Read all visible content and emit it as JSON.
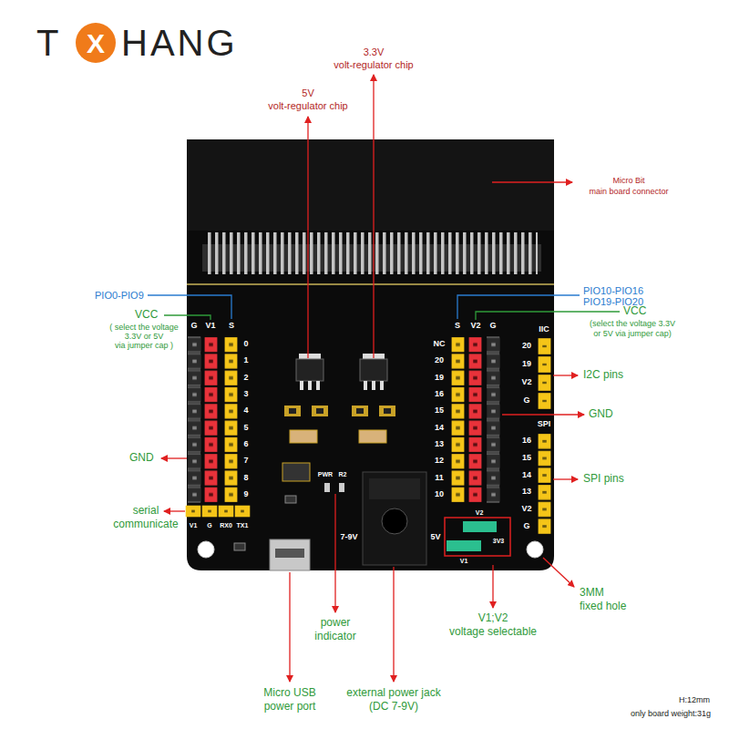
{
  "diagram": {
    "labels": [
      "T",
      "X",
      "HANG",
      "3.3V",
      "volt-regulator chip",
      "5V",
      "volt-regulator chip",
      "Micro Bit",
      "main board connector",
      "PIO0-PIO9",
      "VCC",
      "( select the voltage",
      "3.3V or 5V",
      "via jumper cap )",
      "PIO10-PIO16",
      "PIO19-PIO20",
      "VCC",
      "(select the voltage 3.3V",
      "or 5V via jumper cap)",
      "I2C pins",
      "GND",
      "SPI pins",
      "GND",
      "serial",
      "communicate",
      "3MM",
      "fixed hole",
      "V1;V2",
      "voltage selectable",
      "power",
      "indicator",
      "Micro USB",
      "power port",
      "external power jack",
      "(DC 7-9V)",
      "H:12mm",
      "only board weight:31g",
      "G",
      "V1",
      "S",
      "0",
      "1",
      "2",
      "3",
      "4",
      "5",
      "6",
      "7",
      "8",
      "9",
      "S",
      "V2",
      "G",
      "NC",
      "20",
      "19",
      "16",
      "15",
      "14",
      "13",
      "12",
      "11",
      "10",
      "IIC",
      "20",
      "19",
      "V2",
      "G",
      "SPI",
      "16",
      "15",
      "14",
      "13",
      "V2",
      "G",
      "V1",
      "G",
      "RX0",
      "TX1",
      "PWR",
      "R2",
      "7-9V",
      "5V",
      "V2",
      "3V3",
      "V1"
    ]
  }
}
